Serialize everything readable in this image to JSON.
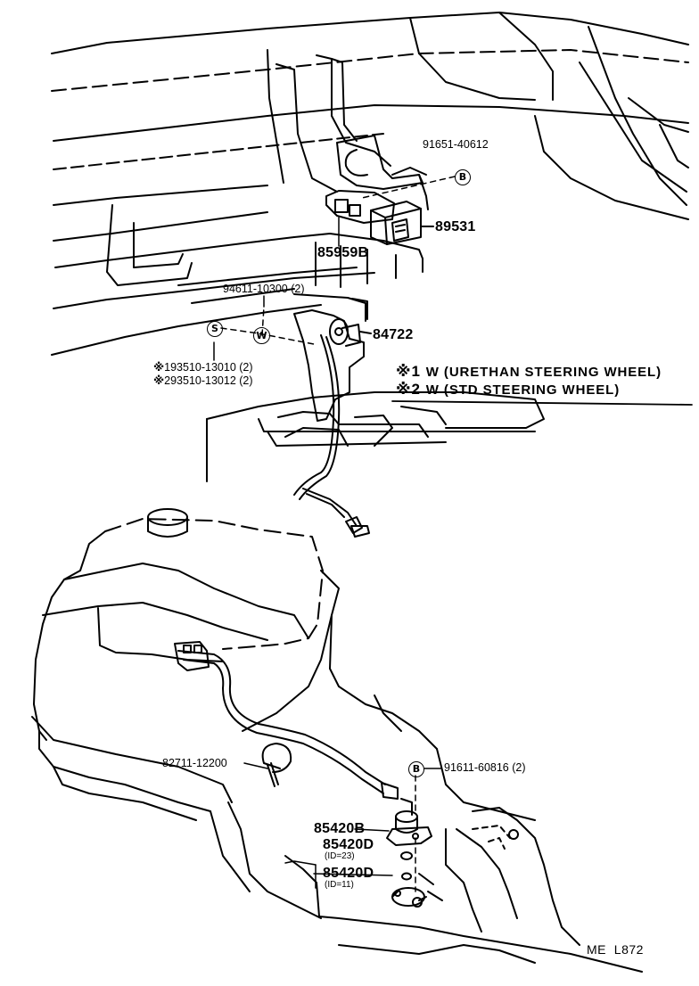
{
  "callouts": {
    "p91651": "91651-40612",
    "p89531": "89531",
    "p85959": "85959B",
    "p94611": "94611-10300 (2)",
    "p84722": "84722",
    "p93510a": "93510-13010 (2)",
    "p93510b": "93510-13012 (2)",
    "p82711": "82711-12200",
    "p91611": "91611-60816 (2)",
    "p85420b": "85420B",
    "p85420d1": "85420D",
    "p85420d1_sub": "(ID=23)",
    "p85420d2": "85420D",
    "p85420d2_sub": "(ID=11)"
  },
  "symbols": {
    "asterisk": "※",
    "one": "1",
    "two": "2",
    "bolt_b_top": "B",
    "bolt_b_bottom": "B",
    "screw_s": "S",
    "washer_w": "W"
  },
  "notes": {
    "note1": "W (URETHAN STEERING WHEEL)",
    "note2": "W (STD STEERING WHEEL)"
  },
  "footer": "ME  L872"
}
